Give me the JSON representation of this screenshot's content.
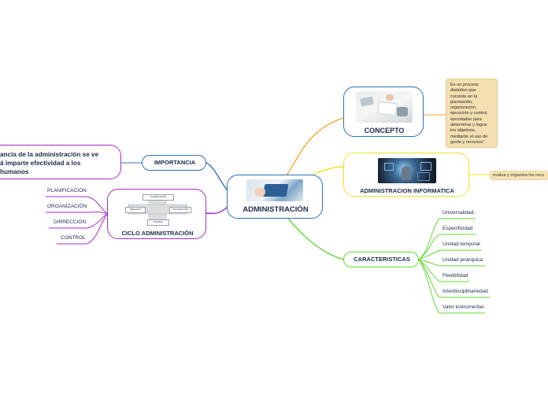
{
  "root": {
    "label": "ADMINISTRACIÓN"
  },
  "concepto": {
    "label": "CONCEPTO",
    "note": [
      "Es un proceso",
      "distintivo que",
      "consiste en la",
      "planeación,",
      "organización,",
      "ejecución y control,",
      "ejecutados para",
      "determinar y lograr",
      "los objetivos,",
      "mediante el uso de",
      "gente y recursos\"."
    ]
  },
  "informatica": {
    "label": "ADMINISTRACION INFORMATICA",
    "note": "evalua y organiza los recu"
  },
  "caracteristicas": {
    "label": "CARACTERISTICAS",
    "items": [
      "Universalidad:",
      "Especificidad",
      "Unidad temporal",
      "Unidad jerárquica",
      "Flexibilidad",
      "Interdisciplinariedad",
      "Valor instrumental"
    ]
  },
  "importancia": {
    "label": "IMPORTANCIA",
    "text": [
      "ancia de la administración se ve",
      "á imparte efectividad a los",
      "humanos"
    ]
  },
  "ciclo": {
    "label": "CICLO ADMINISTRACIÓN",
    "items": [
      "PLANIFICACION",
      "ORGANIZACIÓN",
      "DIRRECCION",
      "CONTROL"
    ],
    "diagram": [
      "PLANIFICACIÓN",
      "DIRECCIÓN",
      "ORGANIZACIÓN",
      "CONTROL"
    ]
  },
  "colors": {
    "orange": "#f5a623",
    "yellow": "#e8e51e",
    "green": "#5fdc2e",
    "blue": "#2f6fb7",
    "purple": "#a52cc4",
    "root_border": "#2a73b6"
  }
}
